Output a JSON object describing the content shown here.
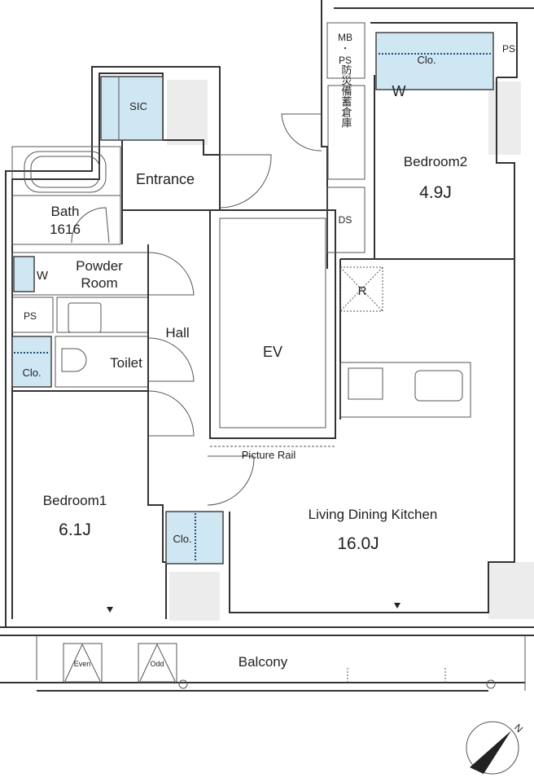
{
  "rooms": {
    "sic": "SIC",
    "entrance": "Entrance",
    "bath": "Bath",
    "bath_size": "1616",
    "w": "W",
    "powder_room_1": "Powder",
    "powder_room_2": "Room",
    "ps_left": "PS",
    "hall": "Hall",
    "toilet": "Toilet",
    "clo_left": "Clo.",
    "bedroom1": "Bedroom1",
    "bedroom1_size": "6.1J",
    "clo_center": "Clo.",
    "ev": "EV",
    "picture_rail": "Picture Rail",
    "mb_ps_1": "MB",
    "mb_ps_dot": "・",
    "mb_ps_2": "PS",
    "storage_jp": "防災備蓄倉庫",
    "ds": "DS",
    "clo_bedroom2": "Clo.",
    "ps_right": "PS",
    "w_bedroom2": "W",
    "bedroom2": "Bedroom2",
    "bedroom2_size": "4.9J",
    "refrigerator": "R",
    "ldk": "Living Dining Kitchen",
    "ldk_size": "16.0J",
    "balcony": "Balcony",
    "even": "Even",
    "odd": "Odd",
    "north": "N"
  },
  "colors": {
    "closet": "#cfe6f3",
    "wall": "#333333"
  }
}
